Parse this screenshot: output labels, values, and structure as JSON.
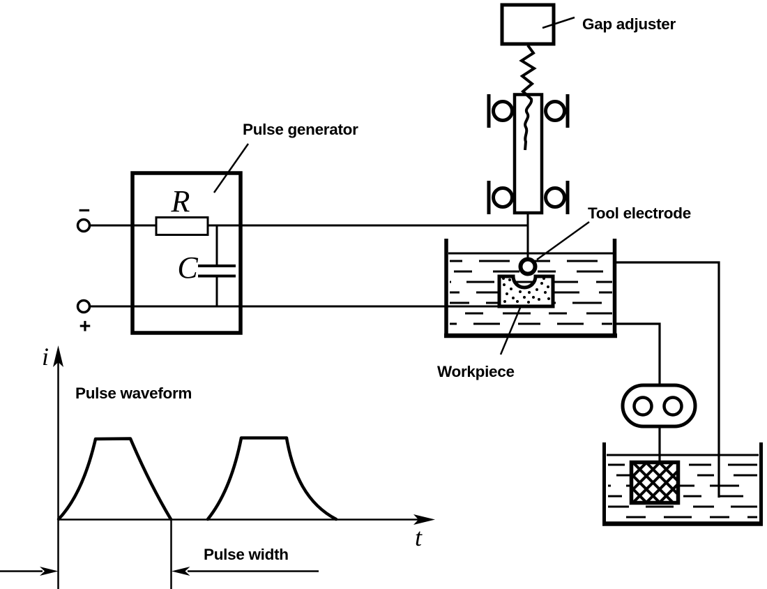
{
  "diagram": {
    "labels": {
      "gap_adjuster": "Gap adjuster",
      "pulse_generator": "Pulse generator",
      "tool_electrode": "Tool electrode",
      "workpiece": "Workpiece",
      "pulse_waveform": "Pulse waveform",
      "pulse_width": "Pulse width"
    },
    "symbols": {
      "resistor": "R",
      "capacitor": "C",
      "current_axis": "i",
      "time_axis": "t",
      "negative_terminal": "−",
      "positive_terminal": "+"
    },
    "colors": {
      "ink": "#000000",
      "background": "#ffffff"
    },
    "waveform": {
      "type": "line",
      "x_axis_label": "t",
      "y_axis_label": "i",
      "pulse_count": 2,
      "pulse_shape": "trapezoidal pulses with curved rise and fall",
      "annotation": "Pulse width measured between extension lines of first pulse"
    }
  }
}
